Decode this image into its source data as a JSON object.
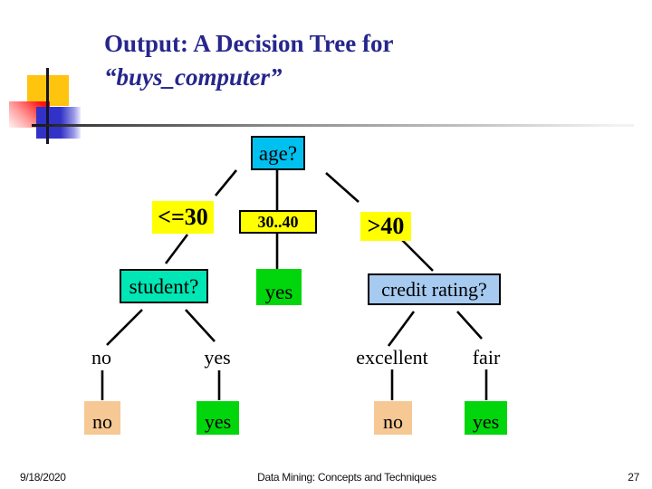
{
  "title": {
    "line1": "Output: A Decision Tree for",
    "line2": "“buys_computer”"
  },
  "tree": {
    "root": {
      "label": "age?"
    },
    "branches": [
      {
        "edge": "<=30",
        "node": "student?",
        "children": [
          {
            "edge": "no",
            "leaf": "no"
          },
          {
            "edge": "yes",
            "leaf": "yes"
          }
        ]
      },
      {
        "edge": "30..40",
        "node": "yes"
      },
      {
        "edge": ">40",
        "node": "credit rating?",
        "children": [
          {
            "edge": "excellent",
            "leaf": "no"
          },
          {
            "edge": "fair",
            "leaf": "yes"
          }
        ]
      }
    ]
  },
  "colors": {
    "title_text": "#26268C",
    "decision_node_age": "#00C0F0",
    "decision_node_student": "#00E6B4",
    "decision_node_credit": "#A6CAF0",
    "branch_label_box": "#FFFF00",
    "leaf_yes": "#00D60B",
    "leaf_no": "#F6C894"
  },
  "footer": {
    "date": "9/18/2020",
    "center_text": "Data Mining: Concepts and Techniques",
    "page_number": "27"
  }
}
